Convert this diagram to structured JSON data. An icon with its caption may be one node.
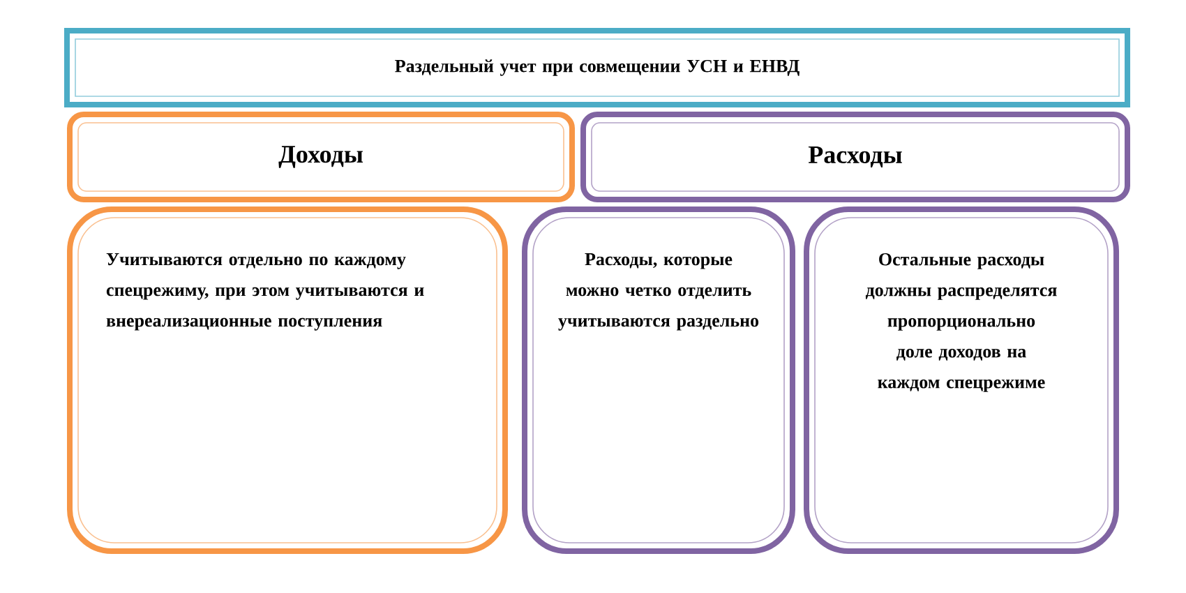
{
  "diagram": {
    "nodes": [
      {
        "text": [
          "Раздельный учет при совмещении УСН и ЕНВД"
        ]
      },
      {
        "text": [
          "Доходы"
        ]
      },
      {
        "text": [
          "Расходы"
        ]
      },
      {
        "text": [
          "Учитываются отдельно по каждому спецрежиму, при этом учитываются и внереализационные поступления"
        ]
      },
      {
        "text": [
          "Расходы, которые можно четко отделить учитываются раздельно"
        ]
      },
      {
        "text": [
          "Остальные расходы должны распределятся пропорционально доле доходов на каждом спецрежиме"
        ]
      }
    ]
  }
}
